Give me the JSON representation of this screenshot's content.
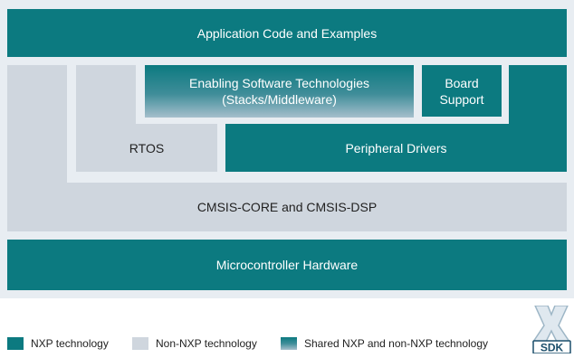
{
  "diagram": {
    "layers": {
      "application": "Application Code and Examples",
      "enabling_line1": "Enabling Software Technologies",
      "enabling_line2": "(Stacks/Middleware)",
      "board_line1": "Board",
      "board_line2": "Support",
      "rtos": "RTOS",
      "peripheral": "Peripheral Drivers",
      "cmsis": "CMSIS-CORE and CMSIS-DSP",
      "hardware": "Microcontroller Hardware"
    },
    "legend": [
      {
        "label": "NXP technology",
        "color": "#0c7a80"
      },
      {
        "label": "Non-NXP technology",
        "color": "#cfd6de"
      },
      {
        "label": "Shared NXP and non-NXP technology",
        "color": "#3f8d99"
      }
    ],
    "logo": {
      "text": "SDK",
      "icon": "sdk-x-logo"
    }
  }
}
